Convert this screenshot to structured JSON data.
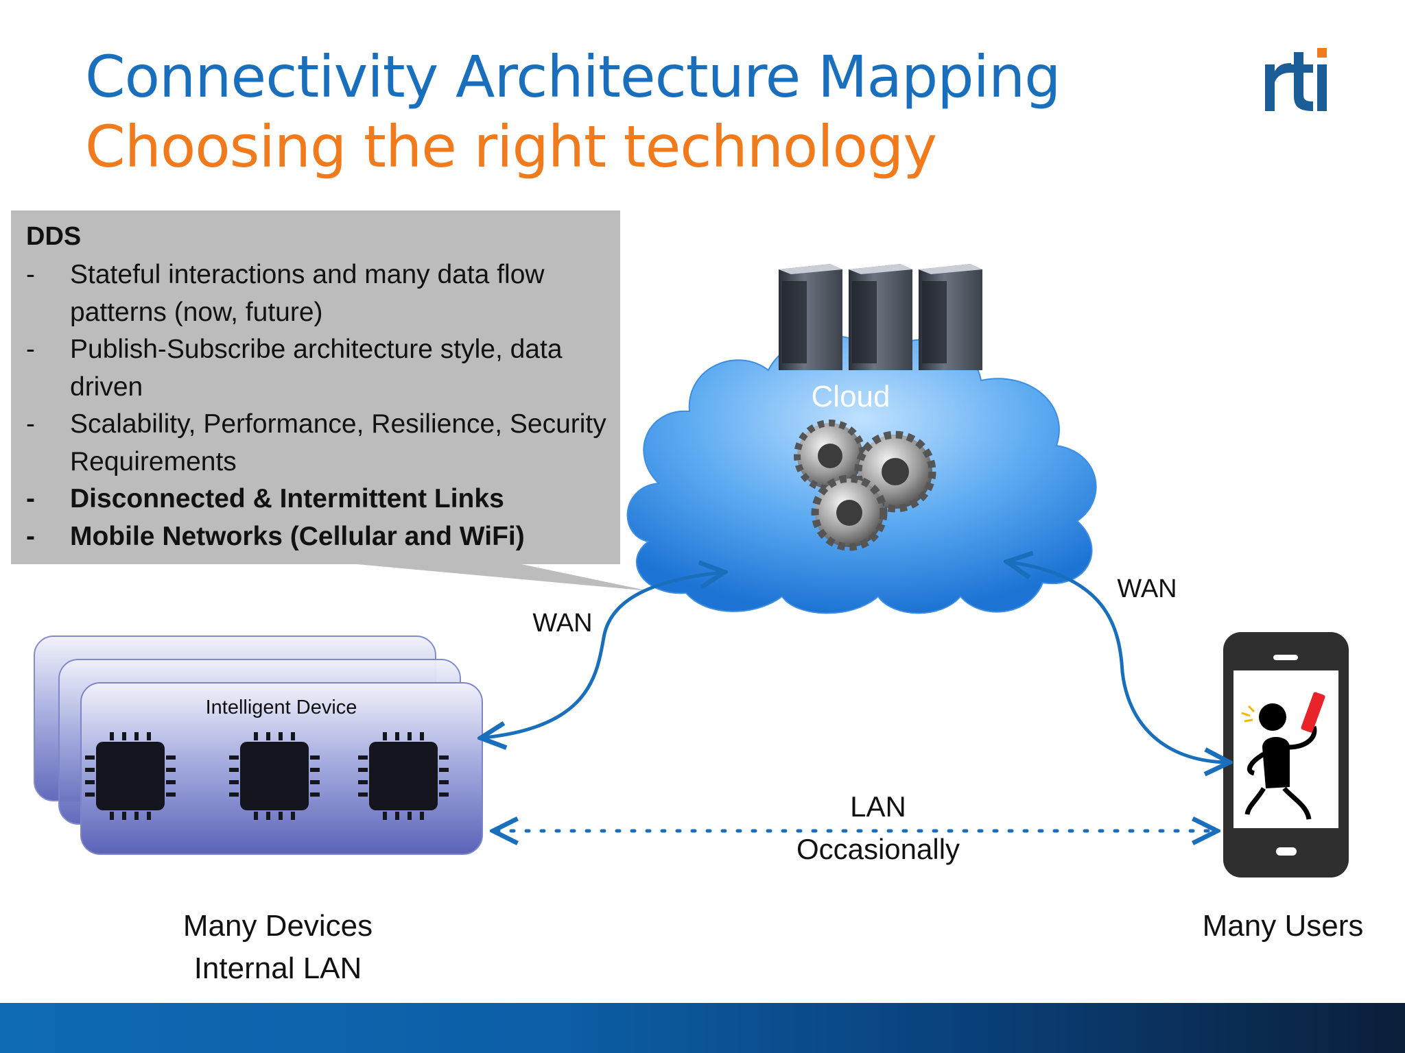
{
  "header": {
    "title": "Connectivity Architecture Mapping",
    "subtitle": "Choosing the right technology",
    "logo_text": "rti"
  },
  "callout": {
    "heading": "DDS",
    "items": [
      {
        "text": "Stateful interactions and many data flow patterns (now, future)",
        "bold": false
      },
      {
        "text": "Publish-Subscribe architecture style, data driven",
        "bold": false
      },
      {
        "text": "Scalability, Performance, Resilience, Security Requirements",
        "bold": false
      },
      {
        "text": "Disconnected & Intermittent Links",
        "bold": true
      },
      {
        "text": "Mobile Networks (Cellular and WiFi)",
        "bold": true
      }
    ],
    "bullet": "-"
  },
  "diagram": {
    "cloud_label": "Cloud",
    "wan_left": "WAN",
    "wan_right": "WAN",
    "lan_line1": "LAN",
    "lan_line2": "Occasionally",
    "device_label": "Intelligent Device",
    "devices_caption_line1": "Many Devices",
    "devices_caption_line2": "Internal LAN",
    "users_caption": "Many Users"
  },
  "colors": {
    "title": "#1a6fbd",
    "subtitle": "#f07a1c",
    "arrow": "#1a6fbd",
    "callout_bg": "#bdbcbd"
  }
}
